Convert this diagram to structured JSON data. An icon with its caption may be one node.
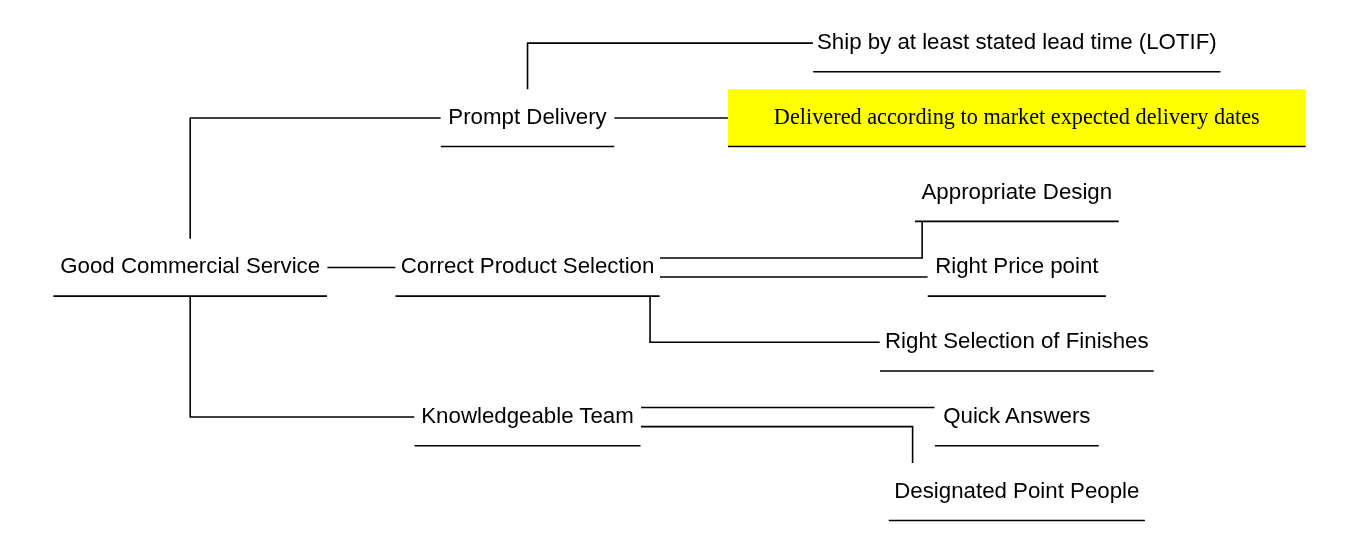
{
  "diagram": {
    "nodes": [
      {
        "text": [
          "Good Commercial Service"
        ]
      },
      {
        "text": [
          "Prompt Delivery"
        ]
      },
      {
        "text": [
          "Correct Product Selection"
        ]
      },
      {
        "text": [
          "Knowledgeable Team"
        ]
      },
      {
        "text": [
          "Ship by at least stated lead time (LOTIF)"
        ]
      },
      {
        "text": [
          "Delivered according to market expected delivery dates"
        ]
      },
      {
        "text": [
          "Appropriate Design"
        ]
      },
      {
        "text": [
          "Right Price point"
        ]
      },
      {
        "text": [
          "Right Selection of Finishes"
        ]
      },
      {
        "text": [
          "Quick Answers"
        ]
      },
      {
        "text": [
          "Designated Point People"
        ]
      }
    ],
    "edges": [
      {
        "from": 0,
        "to": 1,
        "arrow": "none"
      },
      {
        "from": 0,
        "to": 2,
        "arrow": "none"
      },
      {
        "from": 0,
        "to": 3,
        "arrow": "none"
      },
      {
        "from": 1,
        "to": 4,
        "arrow": "none"
      },
      {
        "from": 1,
        "to": 5,
        "arrow": "none"
      },
      {
        "from": 2,
        "to": 6,
        "arrow": "none"
      },
      {
        "from": 2,
        "to": 7,
        "arrow": "none"
      },
      {
        "from": 2,
        "to": 8,
        "arrow": "none"
      },
      {
        "from": 3,
        "to": 9,
        "arrow": "none"
      },
      {
        "from": 3,
        "to": 10,
        "arrow": "none"
      }
    ]
  }
}
